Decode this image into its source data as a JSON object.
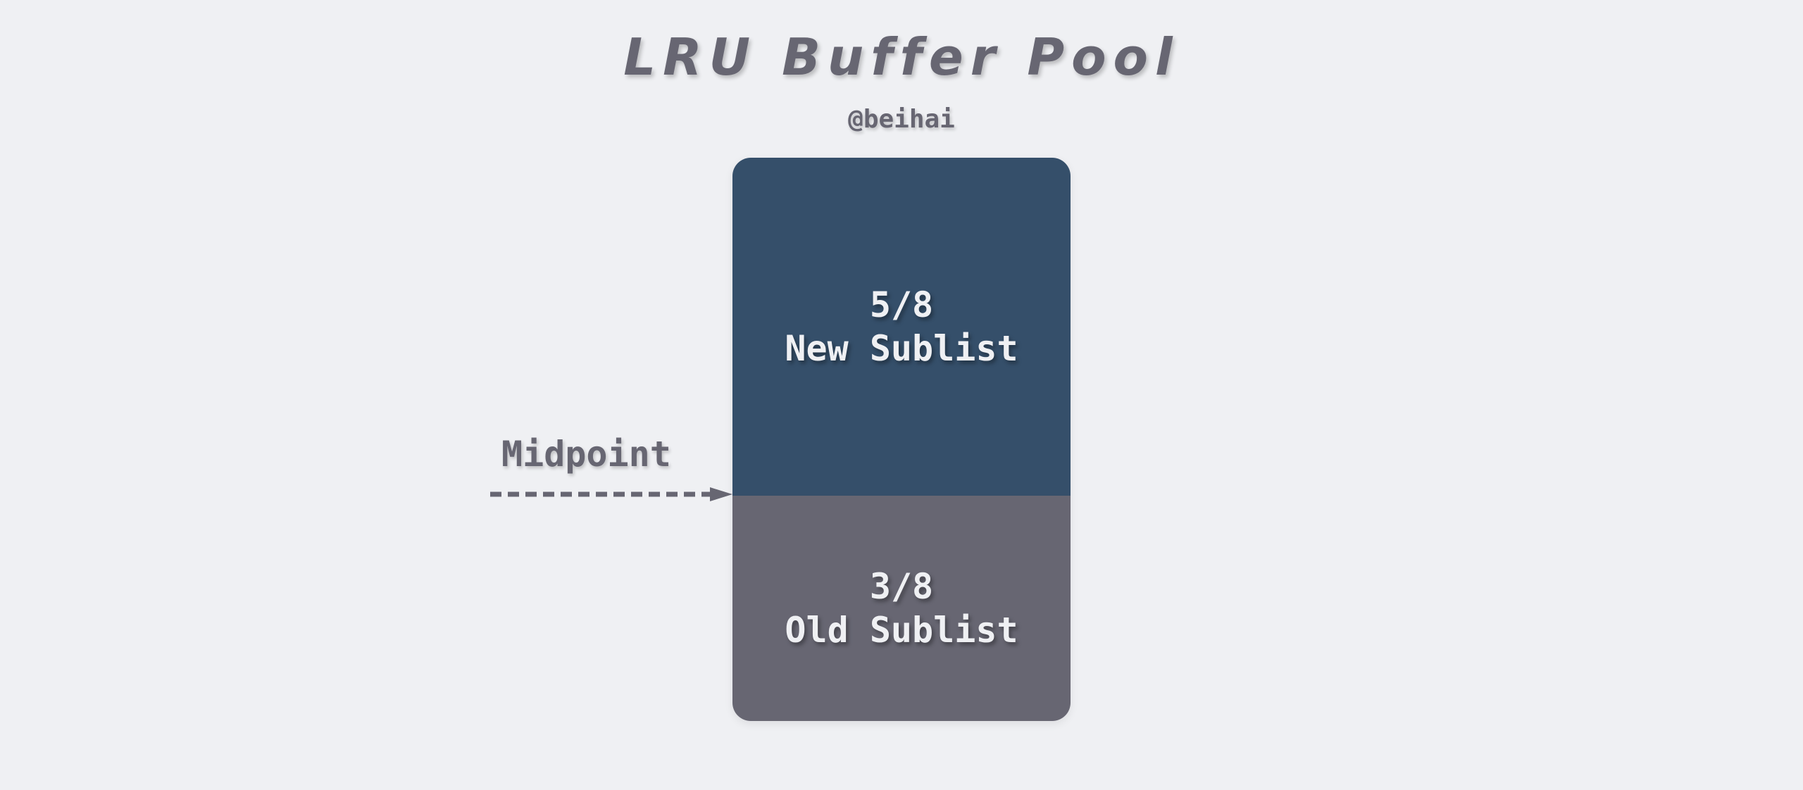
{
  "title": "LRU Buffer Pool",
  "author": "@beihai",
  "buffer_pool": {
    "new_sublist": {
      "fraction": "5/8",
      "label": "New Sublist",
      "color": "#354f6a"
    },
    "old_sublist": {
      "fraction": "3/8",
      "label": "Old Sublist",
      "color": "#676672"
    }
  },
  "midpoint": {
    "label": "Midpoint"
  },
  "colors": {
    "background": "#eff0f3",
    "text": "#676672",
    "block_text": "#eff0f3"
  }
}
